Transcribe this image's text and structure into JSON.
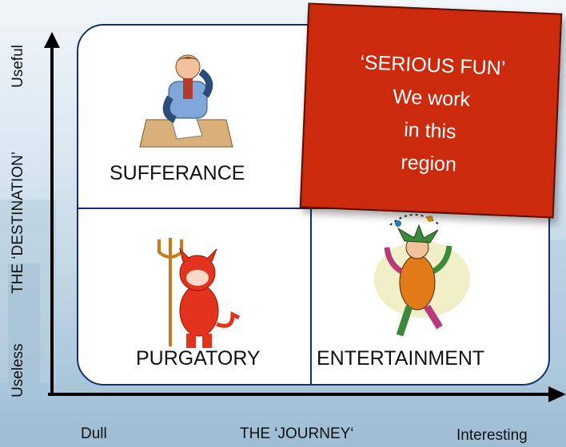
{
  "axes": {
    "y_title": "THE ‘DESTINATION’",
    "y_high": "Useful",
    "y_low": "Useless",
    "x_title": "THE ‘JOURNEY‘",
    "x_low": "Dull",
    "x_high": "Interesting"
  },
  "quadrants": {
    "top_left": "SUFFERANCE",
    "bottom_left": "PURGATORY",
    "bottom_right": "ENTERTAINMENT"
  },
  "callout": {
    "line1": "‘SERIOUS FUN’",
    "line2": "We work",
    "line3": "in this",
    "line4": "region"
  },
  "colors": {
    "callout_fill": "#cc2a0d",
    "grid_border": "#12306a"
  },
  "icons": [
    "bored-man-clipart-icon",
    "devil-clipart-icon",
    "jester-juggler-clipart-icon"
  ]
}
